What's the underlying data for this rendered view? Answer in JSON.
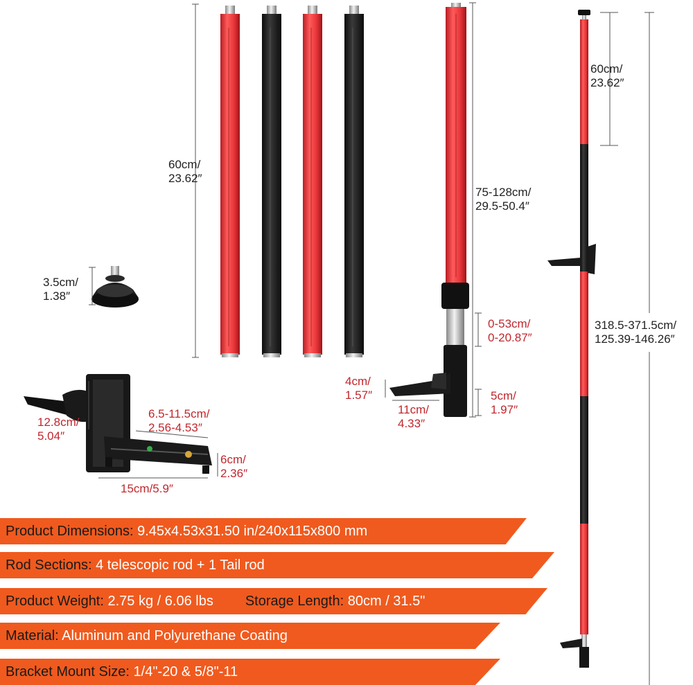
{
  "dimensions": {
    "rod_length": {
      "line1": "60cm/",
      "line2": "23.62″"
    },
    "foot_height": {
      "line1": "3.5cm/",
      "line2": "1.38″"
    },
    "tail_rod_range": {
      "line1": "75-128cm/",
      "line2": "29.5-50.4″"
    },
    "top_segment": {
      "line1": "60cm/",
      "line2": "23.62″"
    },
    "total_range": {
      "line1": "318.5-371.5cm/",
      "line2": "125.39-146.26″"
    },
    "spring_travel": {
      "line1": "0-53cm/",
      "line2": "0-20.87″"
    },
    "foot_plate_height": {
      "line1": "4cm/",
      "line2": "1.57″"
    },
    "foot_plate_width": {
      "line1": "11cm/",
      "line2": "4.33″"
    },
    "foot_base": {
      "line1": "5cm/",
      "line2": "1.97″"
    },
    "bracket_height": {
      "line1": "12.8cm/",
      "line2": "5.04″"
    },
    "bracket_slide": {
      "line1": "6.5-11.5cm/",
      "line2": "2.56-4.53″"
    },
    "bracket_depth": {
      "line1": "6cm/",
      "line2": "2.36″"
    },
    "bracket_length": {
      "text": "15cm/5.9″"
    }
  },
  "specs": [
    {
      "key": "Product Dimensions:",
      "value": " 9.45x4.53x31.50 in/240x115x800 mm"
    },
    {
      "key": "Rod Sections:",
      "value": " 4 telescopic rod + 1 Tail rod"
    },
    {
      "key": "Product Weight:",
      "value": " 2.75 kg / 6.06 lbs",
      "key2": "Storage Length:",
      "value2": " 80cm / 31.5\""
    },
    {
      "key": "Material:",
      "value": " Aluminum and Polyurethane Coating"
    },
    {
      "key": "Bracket Mount Size:",
      "value": " 1/4\"-20 & 5/8\"-11"
    }
  ],
  "colors": {
    "band": "#f05a1e",
    "rod_red": "#e8363a",
    "rod_black": "#1c1c1c",
    "dim_red": "#c0272d"
  }
}
